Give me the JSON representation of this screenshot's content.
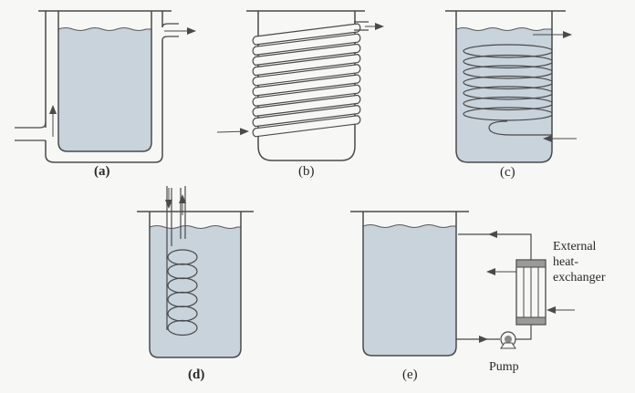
{
  "labels": {
    "a": "(a)",
    "b": "(b)",
    "c": "(c)",
    "d": "(d)",
    "e": "(e)"
  },
  "annotations": {
    "external_heat_exchanger_1": "External",
    "external_heat_exchanger_2": "heat-",
    "external_heat_exchanger_3": "exchanger",
    "pump": "Pump"
  },
  "colors": {
    "liquid": "#c8d3dc",
    "line": "#4a4a4a",
    "background": "#f7f7f5"
  },
  "icons": [
    "flow-arrow-icon",
    "pump-icon",
    "heat-exchanger-icon"
  ]
}
